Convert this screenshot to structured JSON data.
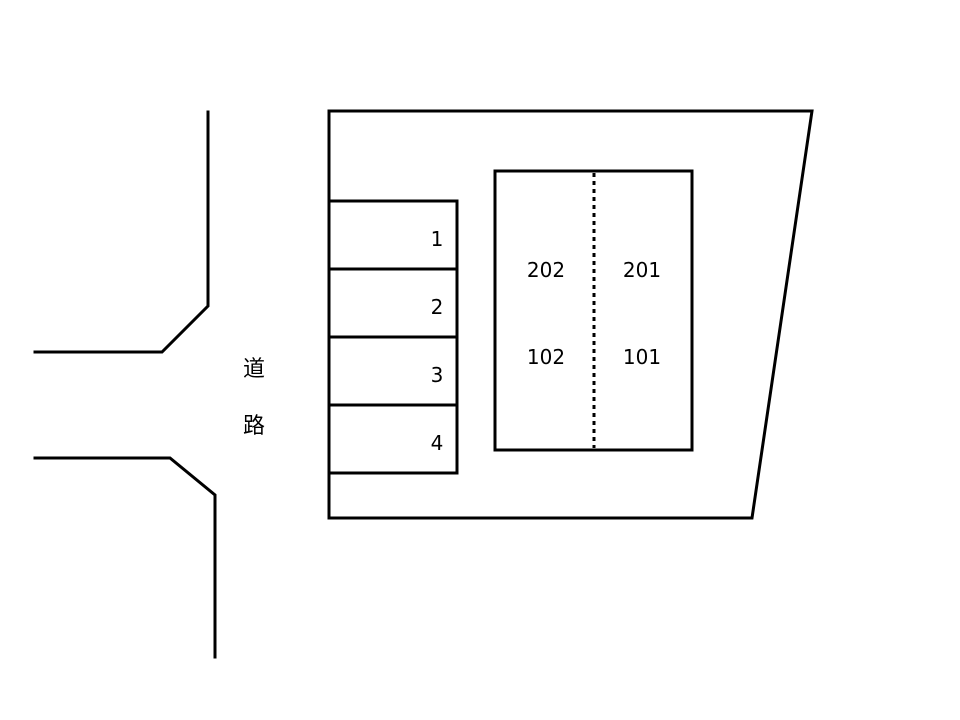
{
  "road": {
    "label_top": "道",
    "label_bottom": "路"
  },
  "parking": {
    "spaces": [
      {
        "label": "1"
      },
      {
        "label": "2"
      },
      {
        "label": "3"
      },
      {
        "label": "4"
      }
    ]
  },
  "building": {
    "units": [
      {
        "label": "202"
      },
      {
        "label": "201"
      },
      {
        "label": "102"
      },
      {
        "label": "101"
      }
    ]
  }
}
